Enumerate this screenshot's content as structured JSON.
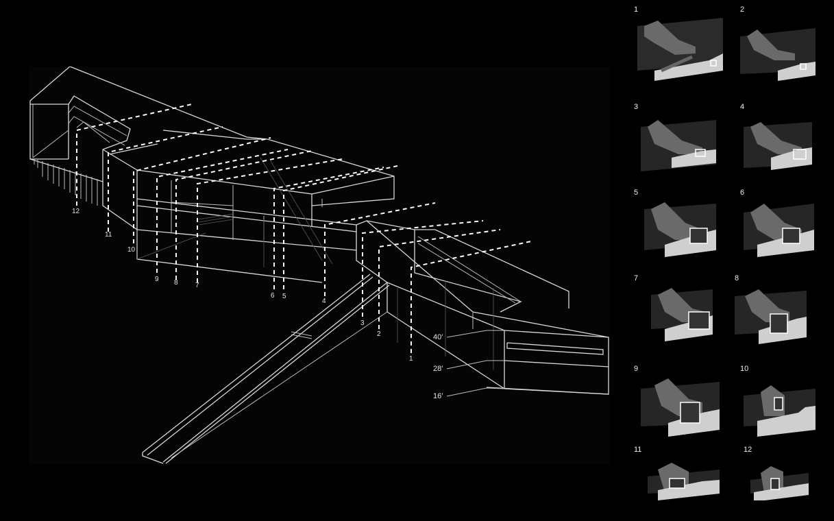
{
  "diagram": {
    "type": "axonometric-section-diagram",
    "section_cuts": [
      "1",
      "2",
      "3",
      "4",
      "5",
      "6",
      "7",
      "8",
      "9",
      "10",
      "11",
      "12"
    ],
    "elevation_labels": [
      {
        "label": "40′"
      },
      {
        "label": "28′"
      },
      {
        "label": "16′"
      }
    ],
    "colors": {
      "background": "#000000",
      "line": "#d8d8d8",
      "section_cut_line": "#ffffff",
      "model_mass": "#5e5e5e",
      "ground": "#cfcfcf"
    }
  },
  "section_views": [
    {
      "number": "1"
    },
    {
      "number": "2"
    },
    {
      "number": "3"
    },
    {
      "number": "4"
    },
    {
      "number": "5"
    },
    {
      "number": "6"
    },
    {
      "number": "7"
    },
    {
      "number": "8"
    },
    {
      "number": "9"
    },
    {
      "number": "10"
    },
    {
      "number": "11"
    },
    {
      "number": "12"
    }
  ]
}
